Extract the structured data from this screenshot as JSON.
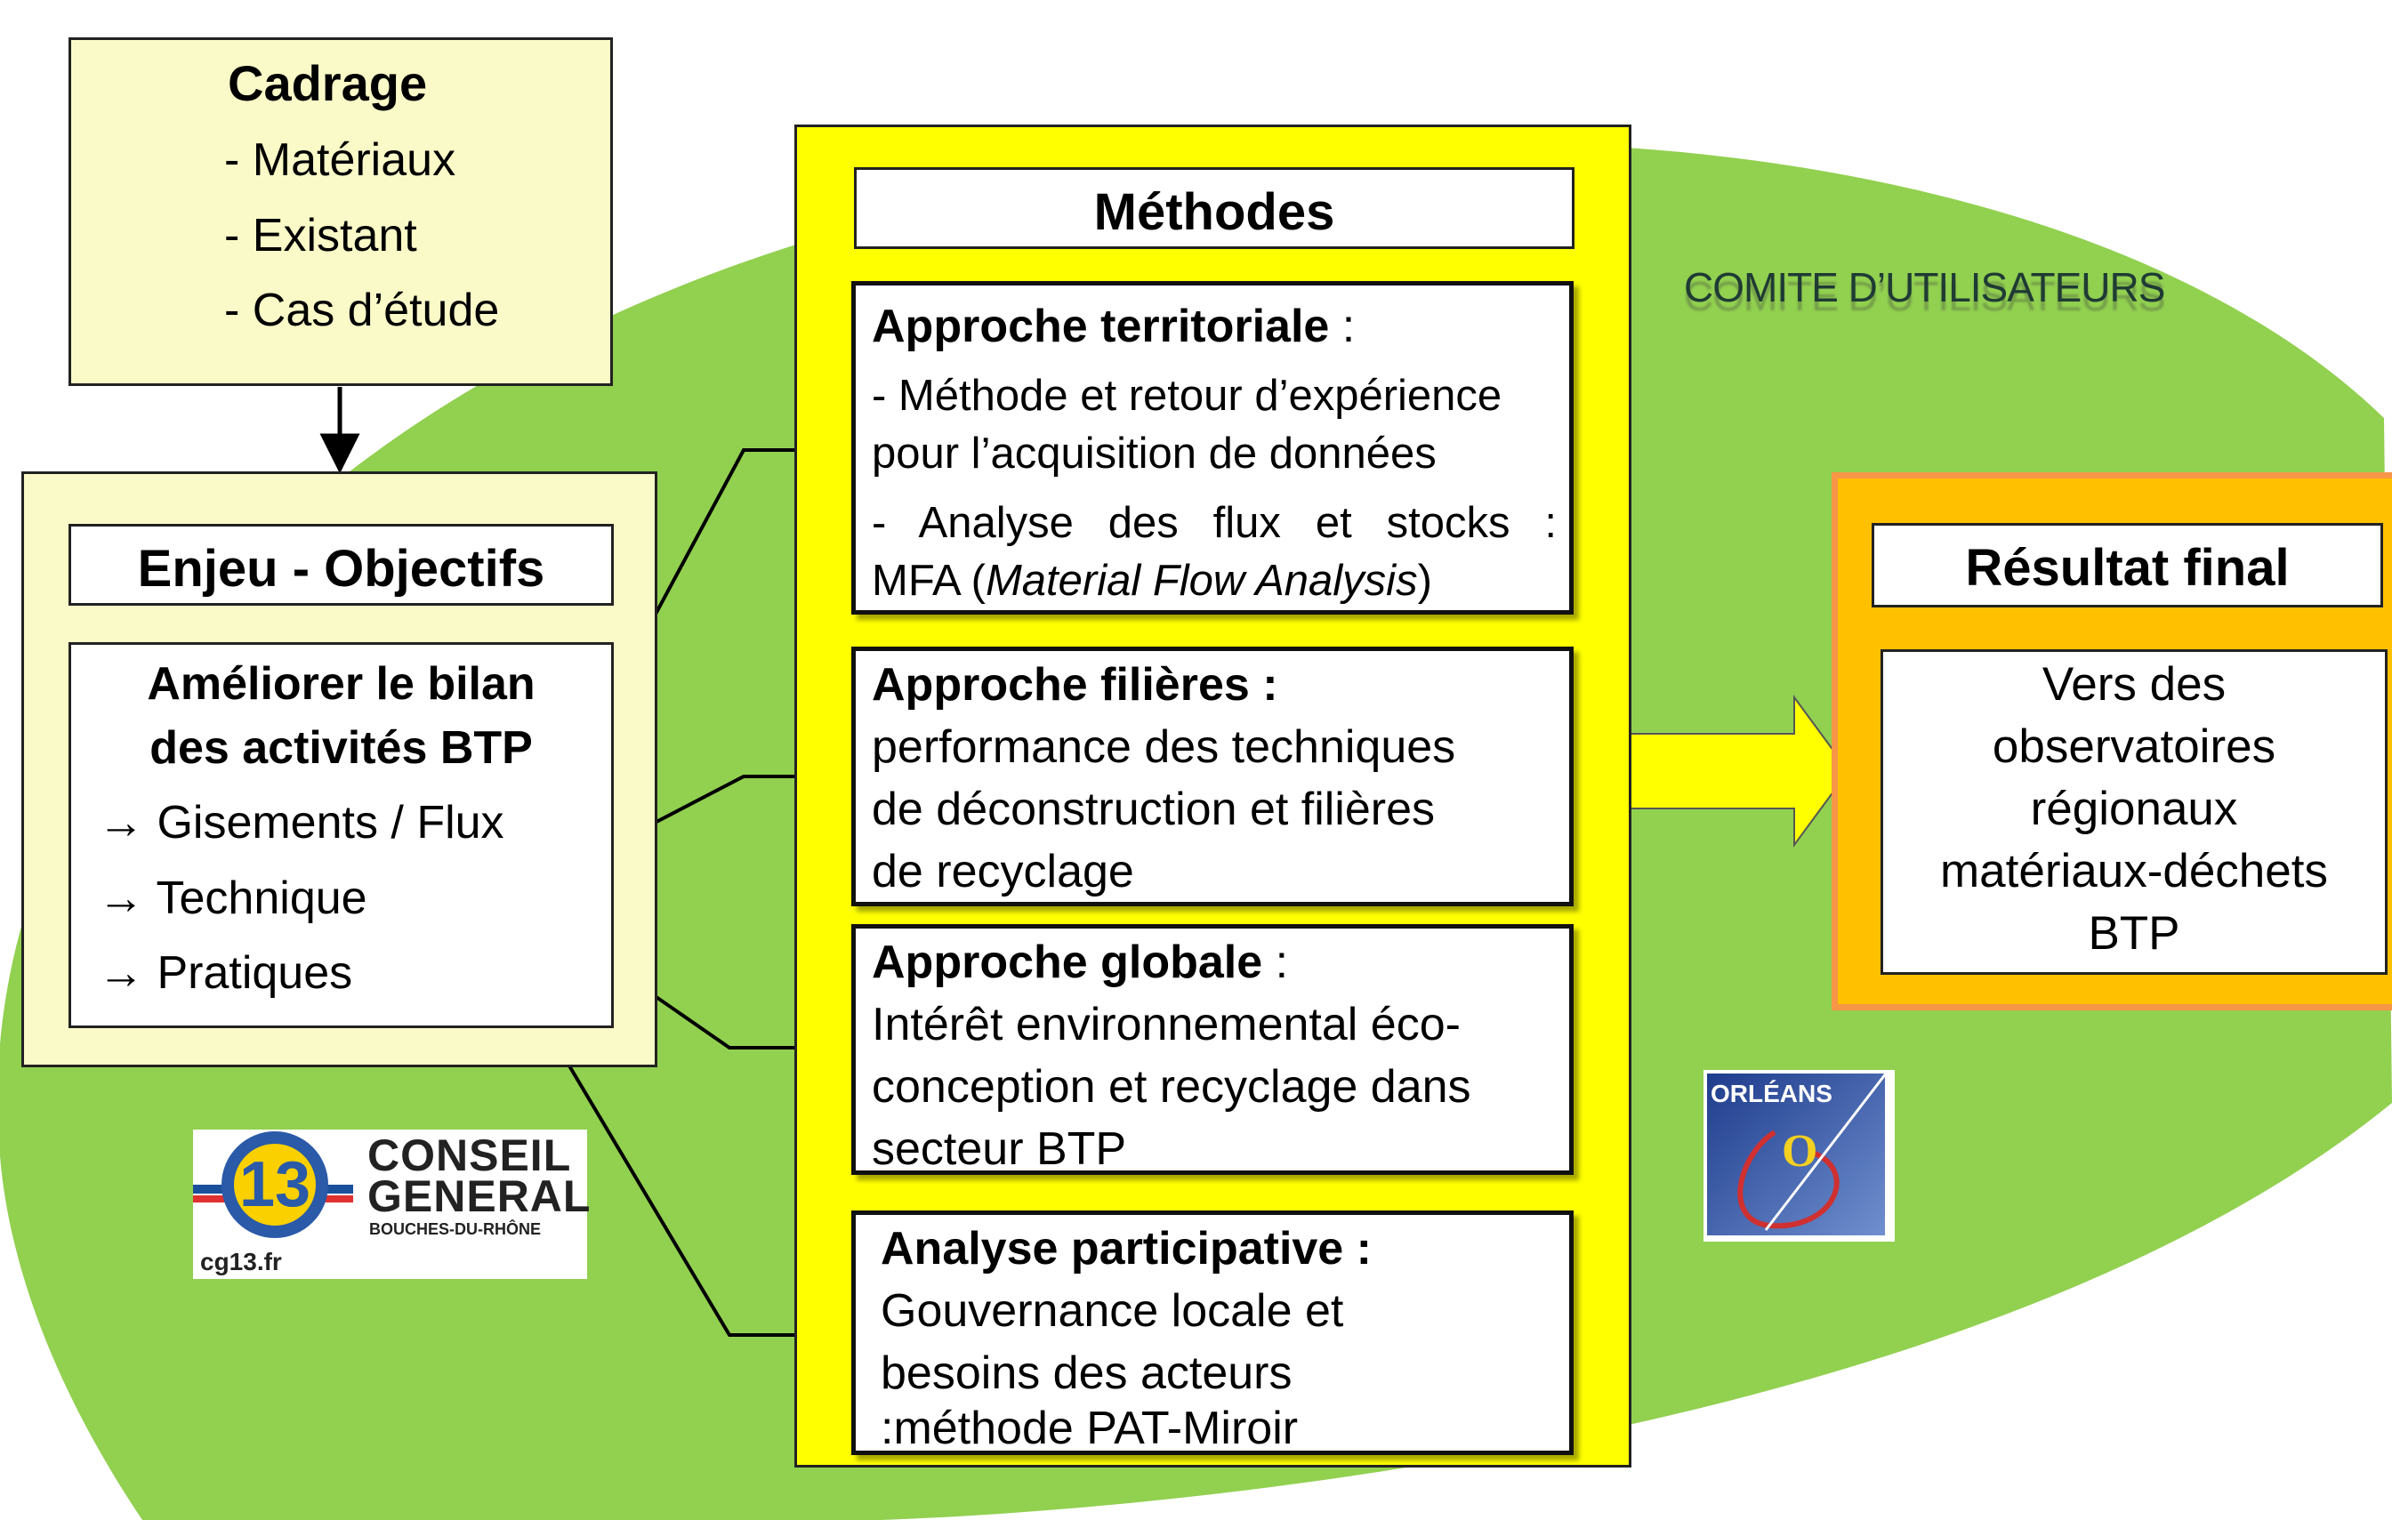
{
  "cadrage": {
    "title": "Cadrage",
    "items": [
      "- Matériaux",
      "- Existant",
      "- Cas d’étude"
    ]
  },
  "enjeu": {
    "title": "Enjeu - Objectifs",
    "goal_line1": "Améliorer le bilan",
    "goal_line2": "des activités BTP",
    "items": [
      "→ Gisements / Flux",
      "→ Technique",
      "→ Pratiques"
    ]
  },
  "methodes": {
    "title": "Méthodes",
    "territoriale": {
      "heading": "Approche territoriale",
      "sep": " :",
      "line1": "- Méthode et retour d’expérience",
      "line2": "pour l’acquisition de données",
      "line3": "- Analyse des flux et stocks :",
      "line4_pre": "MFA (",
      "line4_em": "Material Flow Analysis",
      "line4_post": ")"
    },
    "filieres": {
      "heading": "Approche filières :",
      "line1": "performance des techniques",
      "line2": "de déconstruction et filières",
      "line3": "de recyclage"
    },
    "globale": {
      "heading": "Approche globale",
      "sep": " :",
      "line1": "Intérêt environnemental éco-",
      "line2": "conception et recyclage dans",
      "line3": "secteur BTP"
    },
    "participative": {
      "heading": "Analyse participative :",
      "line1": "Gouvernance locale et",
      "line2": "besoins des acteurs",
      "line3": ":méthode PAT-Miroir"
    }
  },
  "comite": "COMITE D’UTILISATEURS",
  "resultat": {
    "title": "Résultat final",
    "lines": [
      "Vers  des",
      "observatoires",
      "régionaux",
      "matériaux-déchets",
      "BTP"
    ]
  },
  "logos": {
    "cg13": {
      "number": "13",
      "line1": "CONSEIL",
      "line2": "GENERAL",
      "line3": "BOUCHES-DU-RHÔNE",
      "url": "cg13.fr"
    },
    "orleans": {
      "name": "ORLÉANS",
      "letter": "O"
    }
  },
  "colors": {
    "green": "#92d050",
    "pale_yellow": "#fafac8",
    "yellow": "#ffff00",
    "orange": "#ffc000",
    "orange_border": "#f79646"
  }
}
